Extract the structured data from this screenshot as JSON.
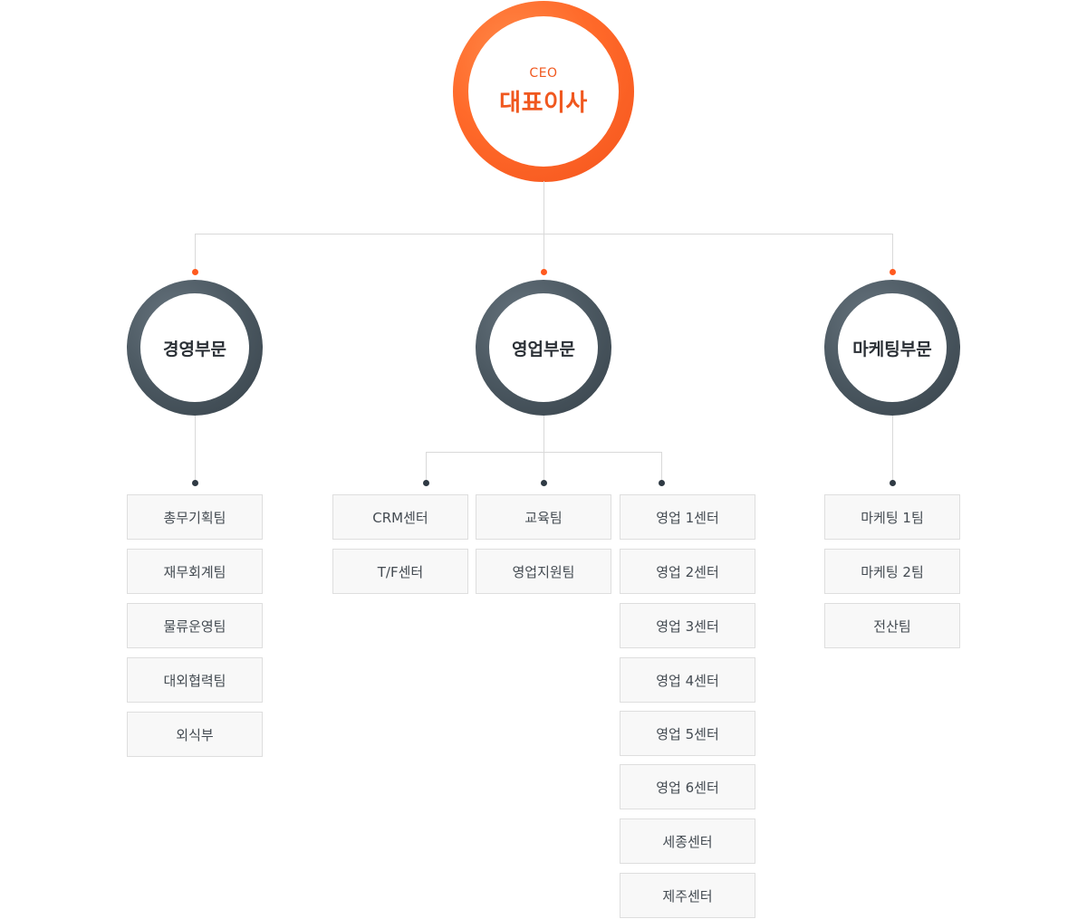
{
  "ceo": {
    "small_label": "CEO",
    "title": "대표이사"
  },
  "colors": {
    "ceo_accent": "#f0581f",
    "division_ring": "#4b5861",
    "box_background": "#f8f8f8",
    "connector": "#d9d9d9"
  },
  "divisions": {
    "management": {
      "label": "경영부문",
      "teams": [
        "총무기획팀",
        "재무회계팀",
        "물류운영팀",
        "대외협력팀",
        "외식부"
      ]
    },
    "sales": {
      "label": "영업부문",
      "groups": [
        [
          "CRM센터",
          "T/F센터"
        ],
        [
          "교육팀",
          "영업지원팀"
        ],
        [
          "영업 1센터",
          "영업 2센터",
          "영업 3센터",
          "영업 4센터",
          "영업 5센터",
          "영업 6센터",
          "세종센터",
          "제주센터"
        ]
      ]
    },
    "marketing": {
      "label": "마케팅부문",
      "teams": [
        "마케팅 1팀",
        "마케팅 2팀",
        "전산팀"
      ]
    }
  }
}
